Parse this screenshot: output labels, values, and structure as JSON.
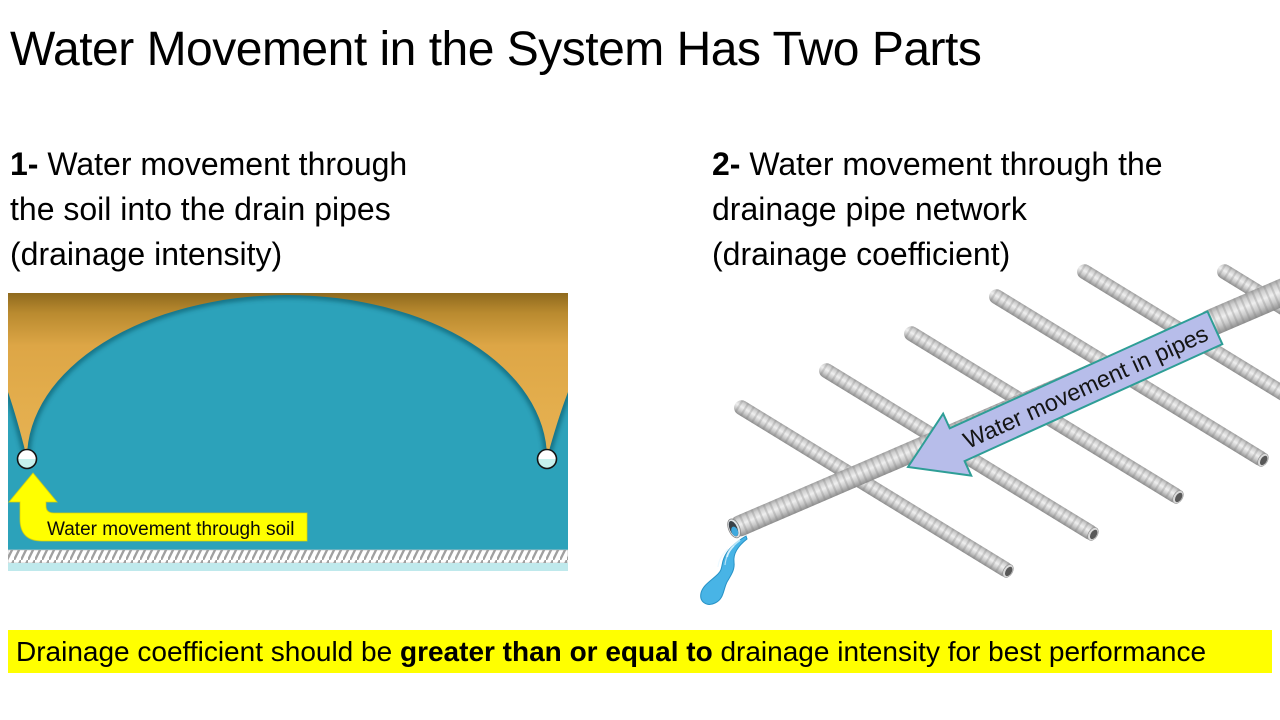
{
  "slide": {
    "title": "Water Movement in the System Has Two Parts"
  },
  "columns": {
    "left": {
      "number": "1-",
      "line1": "Water movement through",
      "line2": "the soil into the drain pipes",
      "line3": "(drainage intensity)"
    },
    "right": {
      "number": "2-",
      "line1": "Water movement through the",
      "line2": "drainage pipe network",
      "line3": "(drainage coefficient)"
    }
  },
  "diagram_soil": {
    "arrow_label": "Water movement through soil",
    "colors": {
      "water_teal": "#2CA2BA",
      "soil_gold": "#E0A945",
      "soil_gold_dark": "#9A731F",
      "highlight_yellow": "#FFFF00"
    }
  },
  "diagram_pipes": {
    "arrow_label": "Water movement in pipes",
    "colors": {
      "pipe_gray": "#CCCCCC",
      "arrow_lavender": "#B7BDEA",
      "arrow_border_teal": "#2E9E96",
      "water_blue": "#45B3E6"
    }
  },
  "banner": {
    "text_normal_1": "Drainage coefficient should be ",
    "text_bold": "greater than or equal to",
    "text_normal_2": " drainage intensity for best performance",
    "background": "#FFFF00"
  }
}
